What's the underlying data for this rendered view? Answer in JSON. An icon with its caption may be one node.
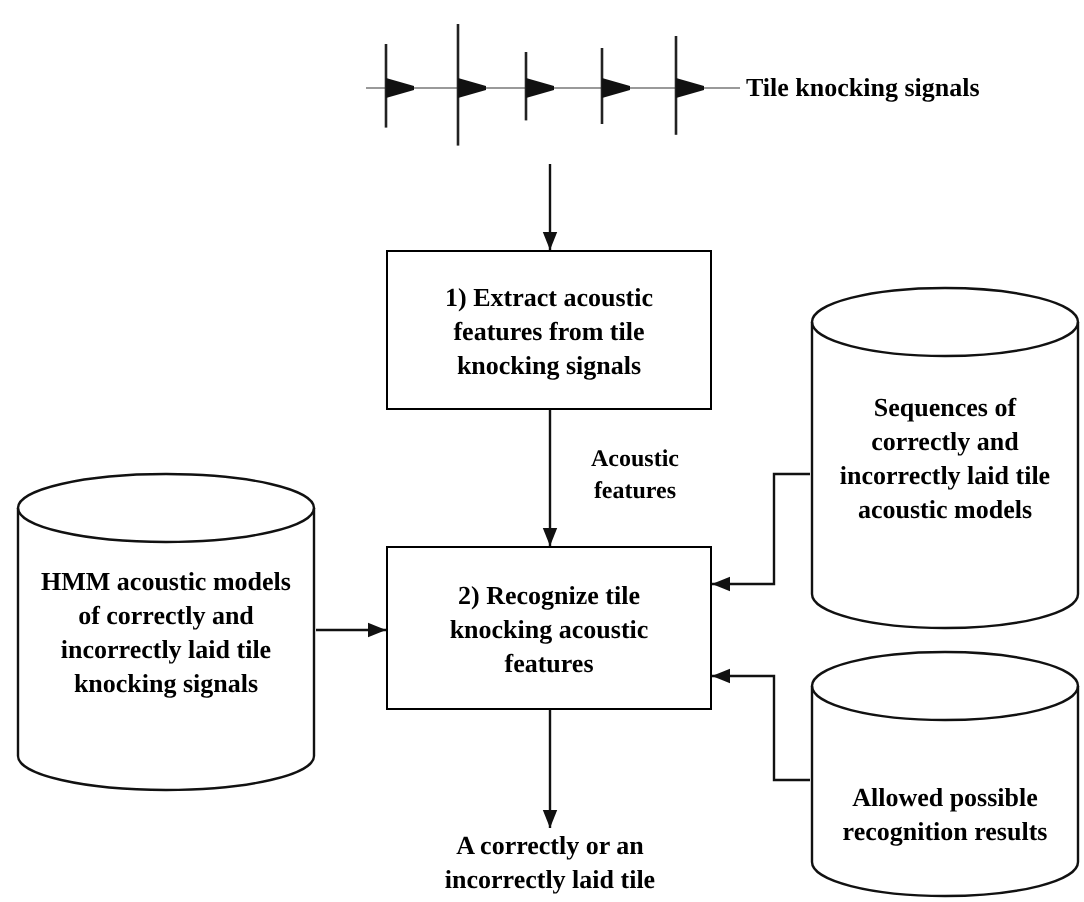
{
  "diagram": {
    "nodes": [
      {
        "text": [],
        "shape": "picture",
        "beside": [
          "Tile knocking signals"
        ]
      },
      {
        "text": [
          "1) Extract acoustic features from tile knocking signals"
        ]
      },
      {
        "text": [
          "2) Recognize tile knocking acoustic features"
        ]
      },
      {
        "text": [
          "HMM acoustic models of correctly and incorrectly laid tile knocking signals"
        ]
      },
      {
        "text": [
          "Sequences of correctly and incorrectly laid tile acoustic models"
        ]
      },
      {
        "text": [
          "Allowed possible recognition results"
        ]
      },
      {
        "text": [
          "A correctly or an incorrectly laid tile"
        ]
      }
    ],
    "edges": [
      {
        "from": 0,
        "to": 1,
        "arrow": "to"
      },
      {
        "from": 1,
        "to": 2,
        "arrow": "to",
        "label": "Acoustic features"
      },
      {
        "from": 3,
        "to": 2,
        "arrow": "to"
      },
      {
        "from": 4,
        "to": 2,
        "arrow": "to"
      },
      {
        "from": 5,
        "to": 2,
        "arrow": "to"
      },
      {
        "from": 2,
        "to": 6,
        "arrow": "to"
      }
    ]
  }
}
